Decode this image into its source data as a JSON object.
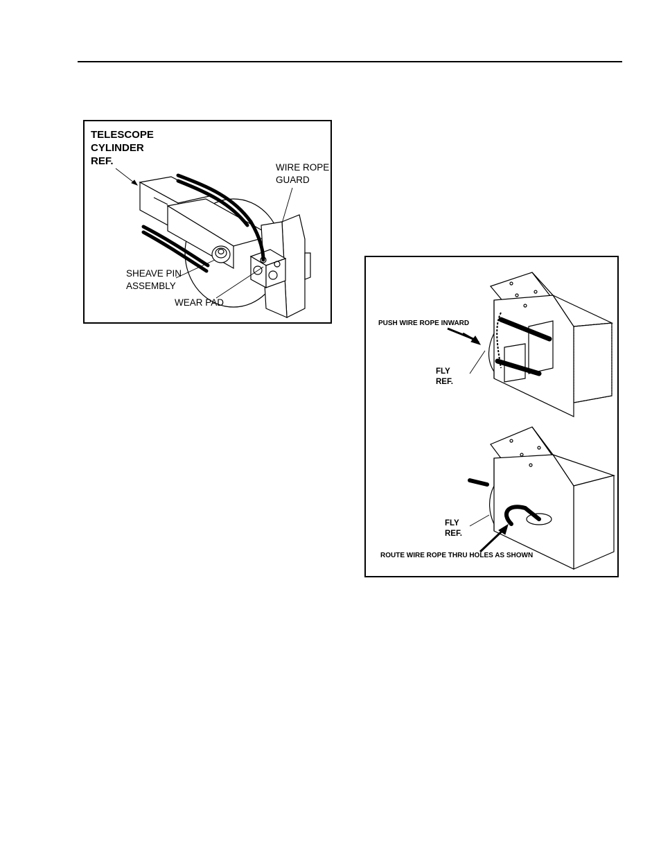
{
  "figure1": {
    "labels": {
      "telescope_cylinder_ref": "TELESCOPE\nCYLINDER\nREF.",
      "wire_rope_guard": "WIRE ROPE\nGUARD",
      "sheave_pin_assembly": "SHEAVE PIN\nASSEMBLY",
      "wear_pad": "WEAR PAD"
    }
  },
  "figure2": {
    "labels": {
      "push_wire_rope_inward": "PUSH WIRE ROPE INWARD",
      "fly_ref_top": "FLY\nREF.",
      "fly_ref_bottom": "FLY\nREF.",
      "route_wire_rope": "ROUTE WIRE ROPE THRU HOLES AS SHOWN"
    }
  }
}
